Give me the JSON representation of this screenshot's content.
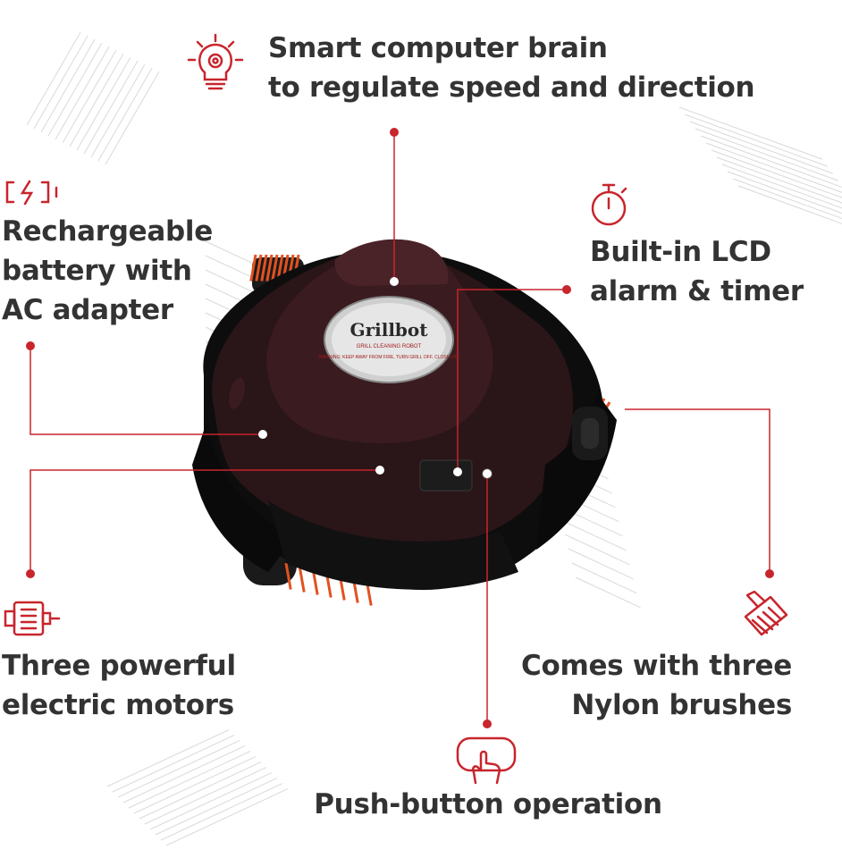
{
  "accent_color": "#c8252c",
  "product": {
    "badge_brand": "Grillbot",
    "badge_tagline": "GRILL CLEANING ROBOT",
    "badge_warning": "WARNING: KEEP AWAY FROM FIRE, TURN GRILL OFF, CLOSE LID."
  },
  "features": [
    {
      "id": "brain",
      "icon": "gear-lightbulb-icon",
      "lines": [
        "Smart computer brain",
        "to regulate speed and direction"
      ]
    },
    {
      "id": "battery",
      "icon": "battery-charging-icon",
      "lines": [
        "Rechargeable",
        "battery with",
        "AC adapter"
      ]
    },
    {
      "id": "lcd",
      "icon": "stopwatch-icon",
      "lines": [
        "Built-in LCD",
        "alarm & timer"
      ]
    },
    {
      "id": "motors",
      "icon": "motor-icon",
      "lines": [
        "Three powerful",
        "electric motors"
      ]
    },
    {
      "id": "brushes",
      "icon": "brush-icon",
      "lines": [
        "Comes with three",
        "Nylon brushes"
      ]
    },
    {
      "id": "button",
      "icon": "hand-press-icon",
      "lines": [
        "Push-button operation"
      ]
    }
  ]
}
